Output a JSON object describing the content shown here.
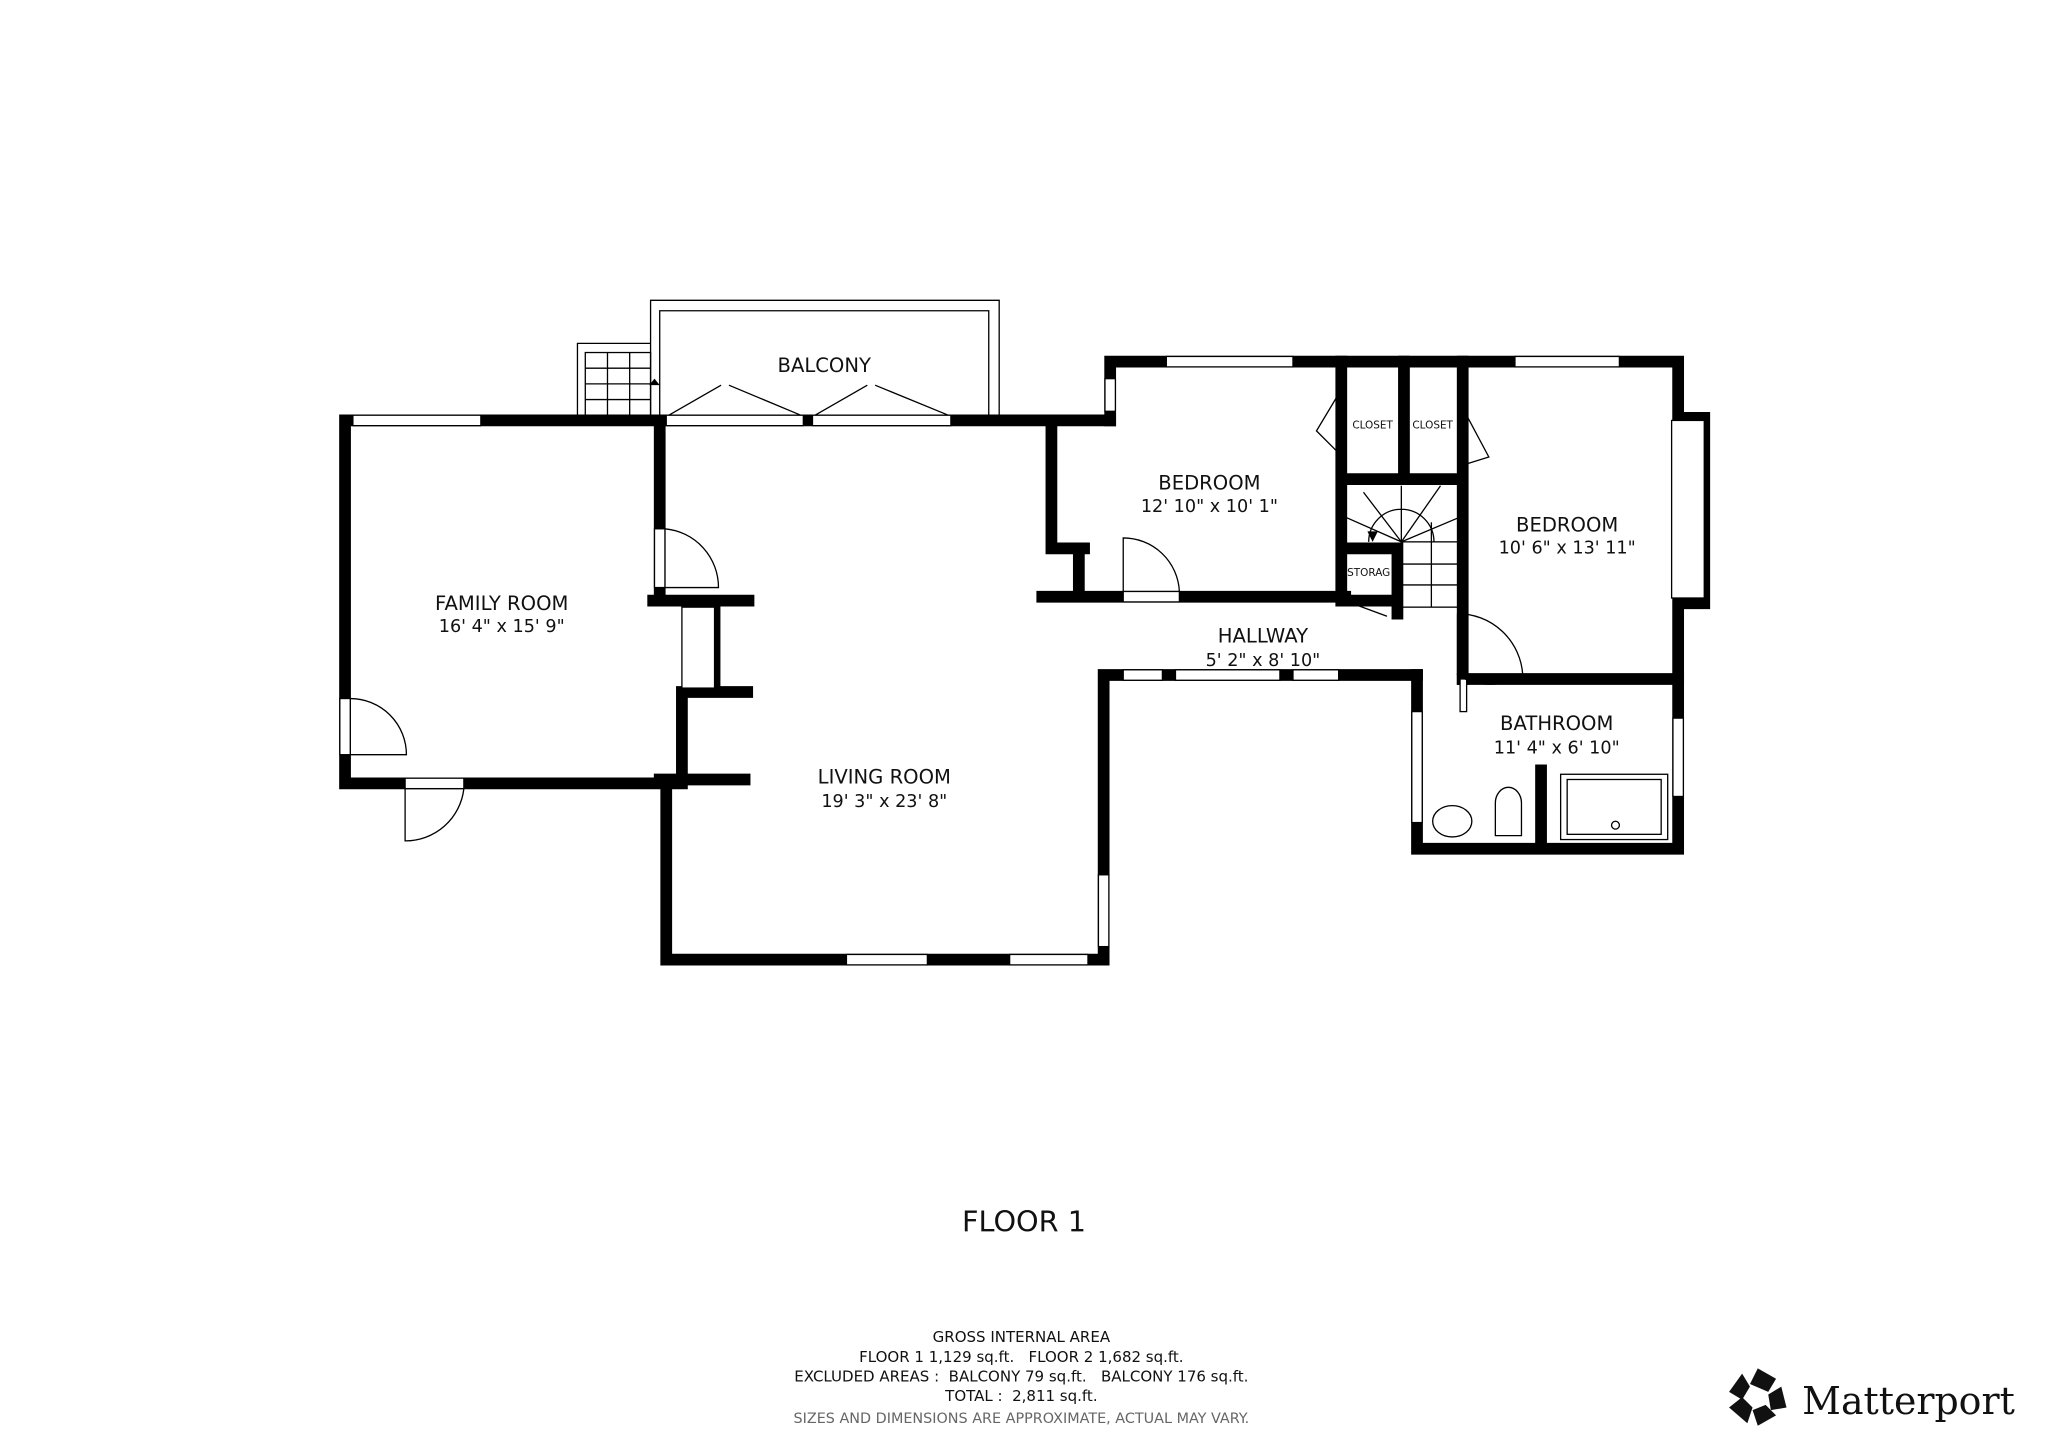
{
  "rooms": {
    "balcony": {
      "name": "BALCONY"
    },
    "family_room": {
      "name": "FAMILY ROOM",
      "dims": "16' 4\" x 15' 9\""
    },
    "living_room": {
      "name": "LIVING ROOM",
      "dims": "19' 3\" x 23' 8\""
    },
    "bedroom_1": {
      "name": "BEDROOM",
      "dims": "12' 10\" x 10' 1\""
    },
    "bedroom_2": {
      "name": "BEDROOM",
      "dims": "10' 6\" x 13' 11\""
    },
    "hallway": {
      "name": "HALLWAY",
      "dims": "5' 2\" x 8' 10\""
    },
    "bathroom": {
      "name": "BATHROOM",
      "dims": "11' 4\" x 6' 10\""
    },
    "closet_1": {
      "name": "CLOSET"
    },
    "closet_2": {
      "name": "CLOSET"
    },
    "storage": {
      "name": "STORAG"
    }
  },
  "floor_label": "FLOOR 1",
  "area_summary": {
    "title": "GROSS INTERNAL AREA",
    "floors_line": "FLOOR 1 1,129 sq.ft.   FLOOR 2 1,682 sq.ft.",
    "excluded_line": "EXCLUDED AREAS :  BALCONY 79 sq.ft.   BALCONY 176 sq.ft.",
    "total_line": "TOTAL :  2,811 sq.ft.",
    "disclaimer": "SIZES AND DIMENSIONS ARE APPROXIMATE, ACTUAL MAY VARY."
  },
  "brand": {
    "name": "Matterport"
  }
}
